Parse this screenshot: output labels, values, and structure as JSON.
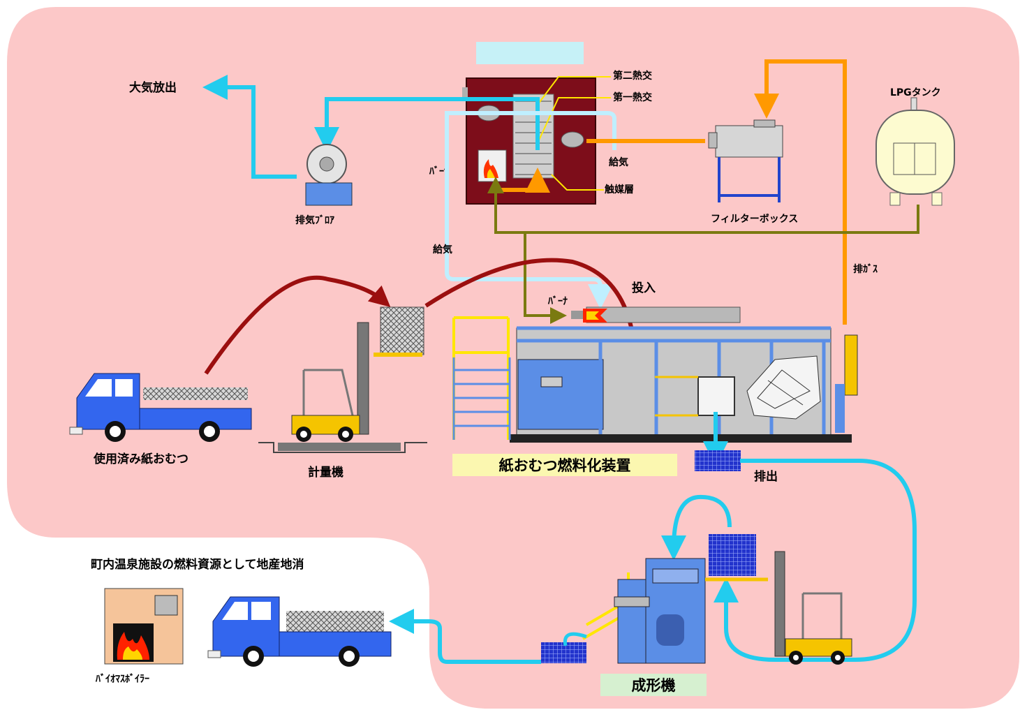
{
  "title_deodorizer": "脱臭機",
  "labels": {
    "second_heat_exchanger": "第二熱交",
    "first_heat_exchanger": "第一熱交",
    "air_supply_top": "給気",
    "catalyst_layer": "触媒層",
    "burner_top": "ﾊﾞｰﾅ",
    "atmospheric_release": "大気放出",
    "exhaust_blower": "排気ﾌﾞﾛｱ",
    "filter_box": "フィルターボックス",
    "lpg_tank": "LPGタンク",
    "air_supply_left": "給気",
    "exhaust_gas": "排ｶﾞｽ",
    "input": "投入",
    "burner_lower": "ﾊﾞｰﾅ",
    "used_diapers": "使用済み紙おむつ",
    "scale": "計量機",
    "fuel_device": "紙おむつ燃料化装置",
    "discharge": "排出",
    "molding_machine": "成形機",
    "local_use": "町内温泉施設の燃料資源として地産地消",
    "biomass_boiler": "ﾊﾞｲｵﾏｽﾎﾞｲﾗｰ"
  },
  "colors": {
    "background_panel": "#fcc8c8",
    "air_flow": "#22ccee",
    "air_flow_light": "#bfefff",
    "hot_gas": "#ff9900",
    "waste_flow": "#9b0f0f",
    "gas_line": "#7a7a10",
    "machine_blue": "#5b8ee6",
    "deodorizer_body": "#7d0d1a",
    "truck_blue": "#3366ee",
    "forklift_yellow": "#f5c400",
    "title_box_cyan": "#c6f1f7",
    "title_box_yellow": "#fbf7b0",
    "title_box_green": "#d6f0d0"
  }
}
